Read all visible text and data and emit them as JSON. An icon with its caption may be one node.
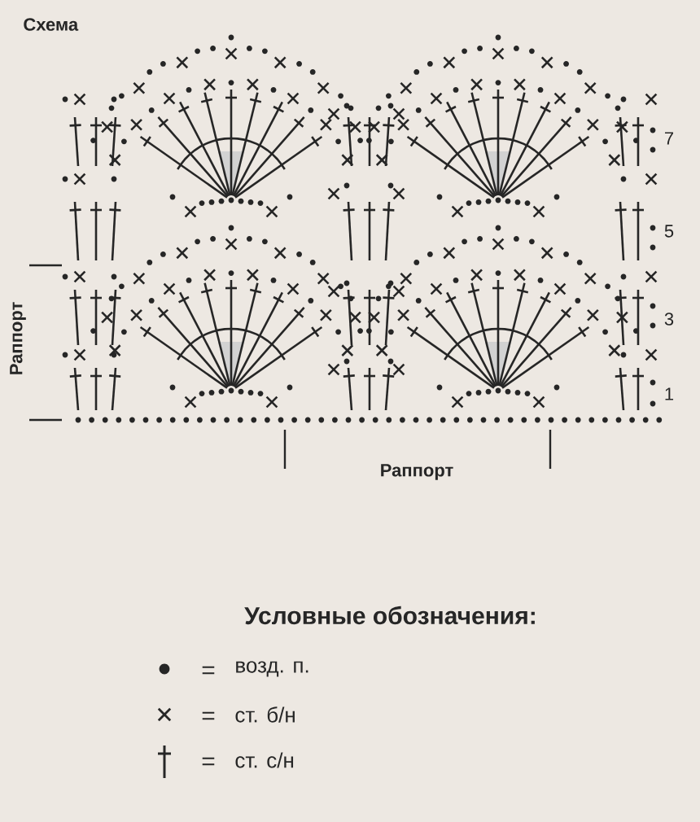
{
  "diagram": {
    "title": "Схема",
    "labels": [
      "7",
      "5",
      "3",
      "1",
      "Раппорт",
      "Раппорт",
      "Условные обозначения:",
      "=",
      "=",
      "="
    ],
    "legend": [
      {
        "text": "возд. п."
      },
      {
        "text": "ст. б/н"
      },
      {
        "text": "ст. с/н"
      }
    ]
  }
}
